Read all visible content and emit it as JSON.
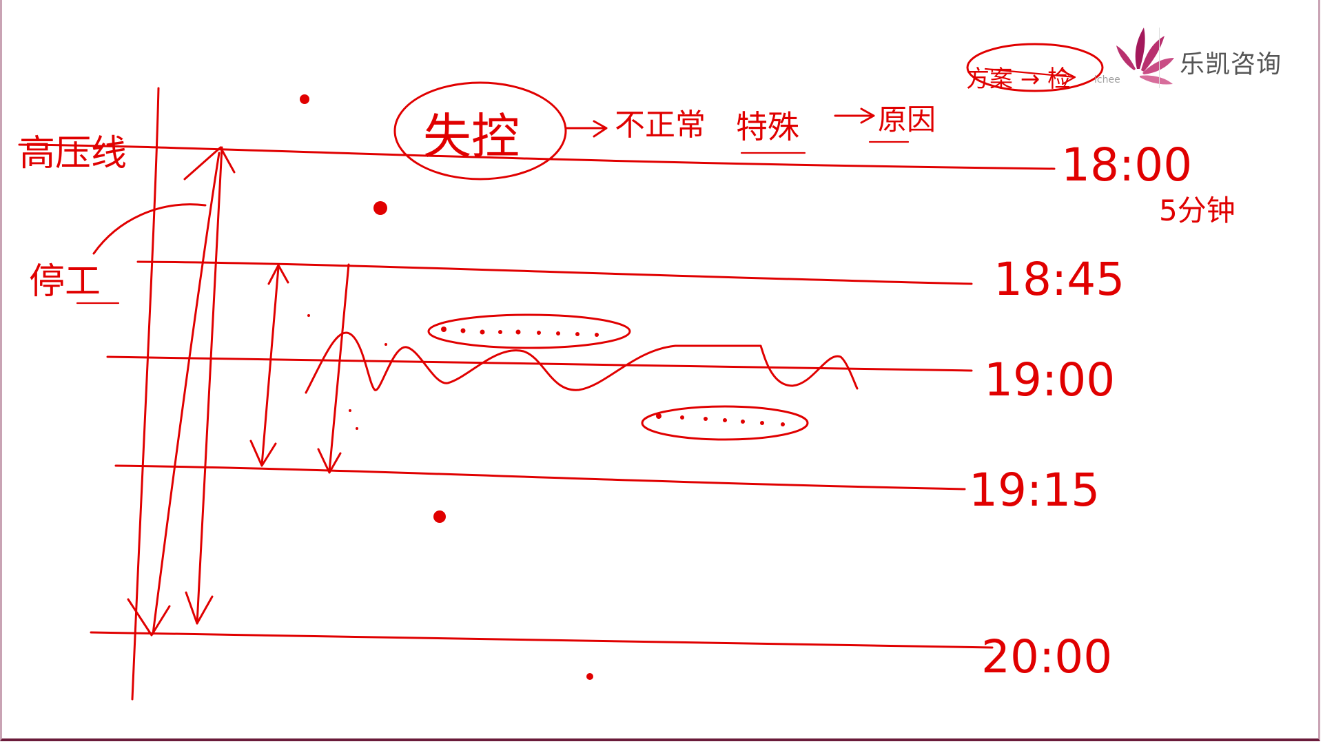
{
  "brand": {
    "name": "乐凯咨询",
    "sub": "ichee",
    "accent": "#a3195b"
  },
  "annotations": {
    "top_right_scribble": "方案 → 检",
    "left_top": "高压线",
    "left_mid": "停工",
    "circled": "失控",
    "chain_1": "不正常",
    "chain_2": "特殊",
    "chain_3": "原因",
    "right_note": "5分钟"
  },
  "times": [
    "18:00",
    "18:45",
    "19:00",
    "19:15",
    "20:00"
  ],
  "ink_color": "#e00000"
}
